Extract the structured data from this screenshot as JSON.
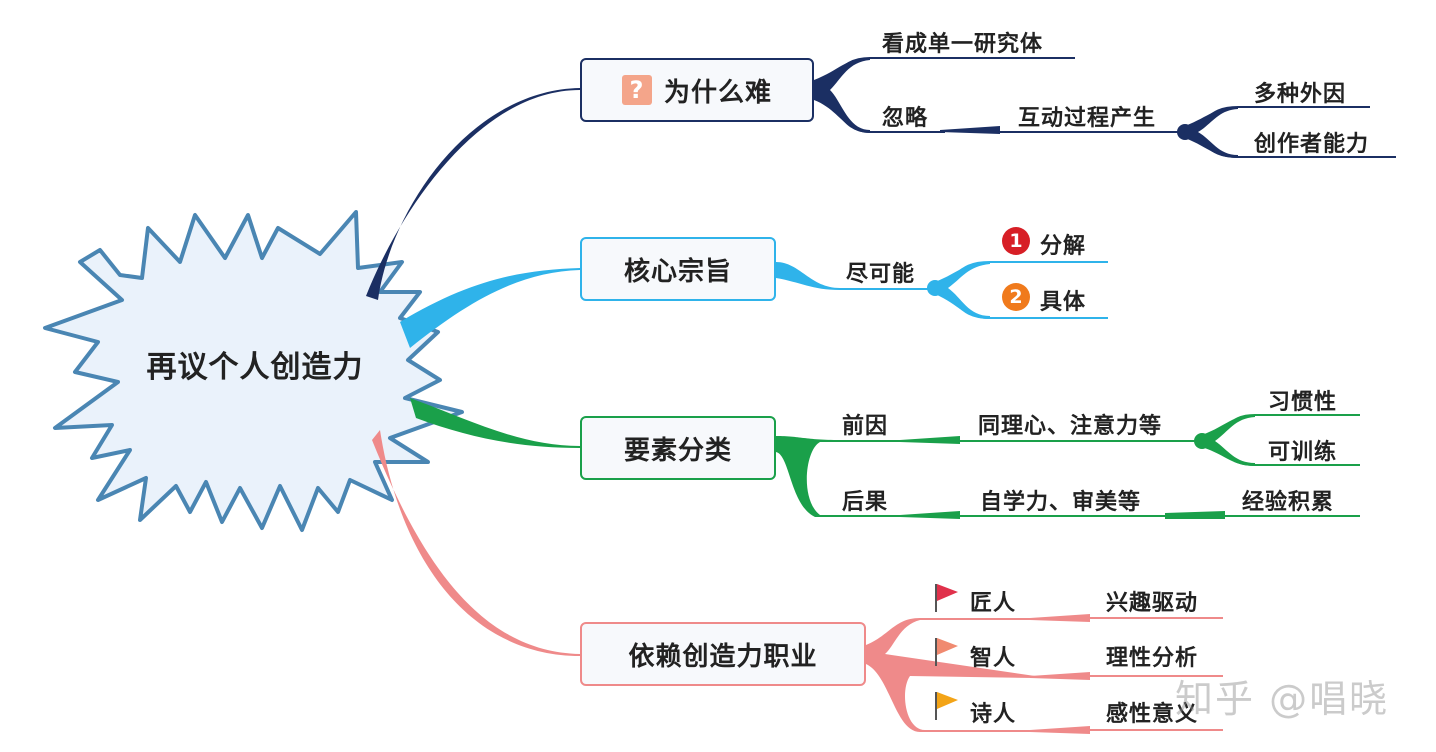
{
  "root": "再议个人创造力",
  "branches": [
    {
      "label": "为什么难",
      "icon": "question-icon",
      "icon_glyph": "?",
      "color": "#1b2f63",
      "children": [
        {
          "label": "看成单一研究体"
        },
        {
          "label": "忽略",
          "children": [
            {
              "label": "互动过程产生",
              "children": [
                {
                  "label": "多种外因"
                },
                {
                  "label": "创作者能力"
                }
              ]
            }
          ]
        }
      ]
    },
    {
      "label": "核心宗旨",
      "color": "#2fb3ea",
      "children": [
        {
          "label": "尽可能",
          "children": [
            {
              "label": "分解",
              "badge": "1",
              "badge_color": "#d71f26"
            },
            {
              "label": "具体",
              "badge": "2",
              "badge_color": "#f07a1c"
            }
          ]
        }
      ]
    },
    {
      "label": "要素分类",
      "color": "#1aa04a",
      "children": [
        {
          "label": "前因",
          "children": [
            {
              "label": "同理心、注意力等",
              "children": [
                {
                  "label": "习惯性"
                },
                {
                  "label": "可训练"
                }
              ]
            }
          ]
        },
        {
          "label": "后果",
          "children": [
            {
              "label": "自学力、审美等",
              "children": [
                {
                  "label": "经验积累"
                }
              ]
            }
          ]
        }
      ]
    },
    {
      "label": "依赖创造力职业",
      "color": "#ef8a8a",
      "children": [
        {
          "label": "匠人",
          "flag_color": "#e0314b",
          "children": [
            {
              "label": "兴趣驱动"
            }
          ]
        },
        {
          "label": "智人",
          "flag_color": "#f08a70",
          "children": [
            {
              "label": "理性分析"
            }
          ]
        },
        {
          "label": "诗人",
          "flag_color": "#f3a417",
          "children": [
            {
              "label": "感性意义"
            }
          ]
        }
      ]
    }
  ],
  "root_style": {
    "fill": "#eaf2fb",
    "stroke": "#4a86b3"
  },
  "watermark": "知乎 @唱晓"
}
